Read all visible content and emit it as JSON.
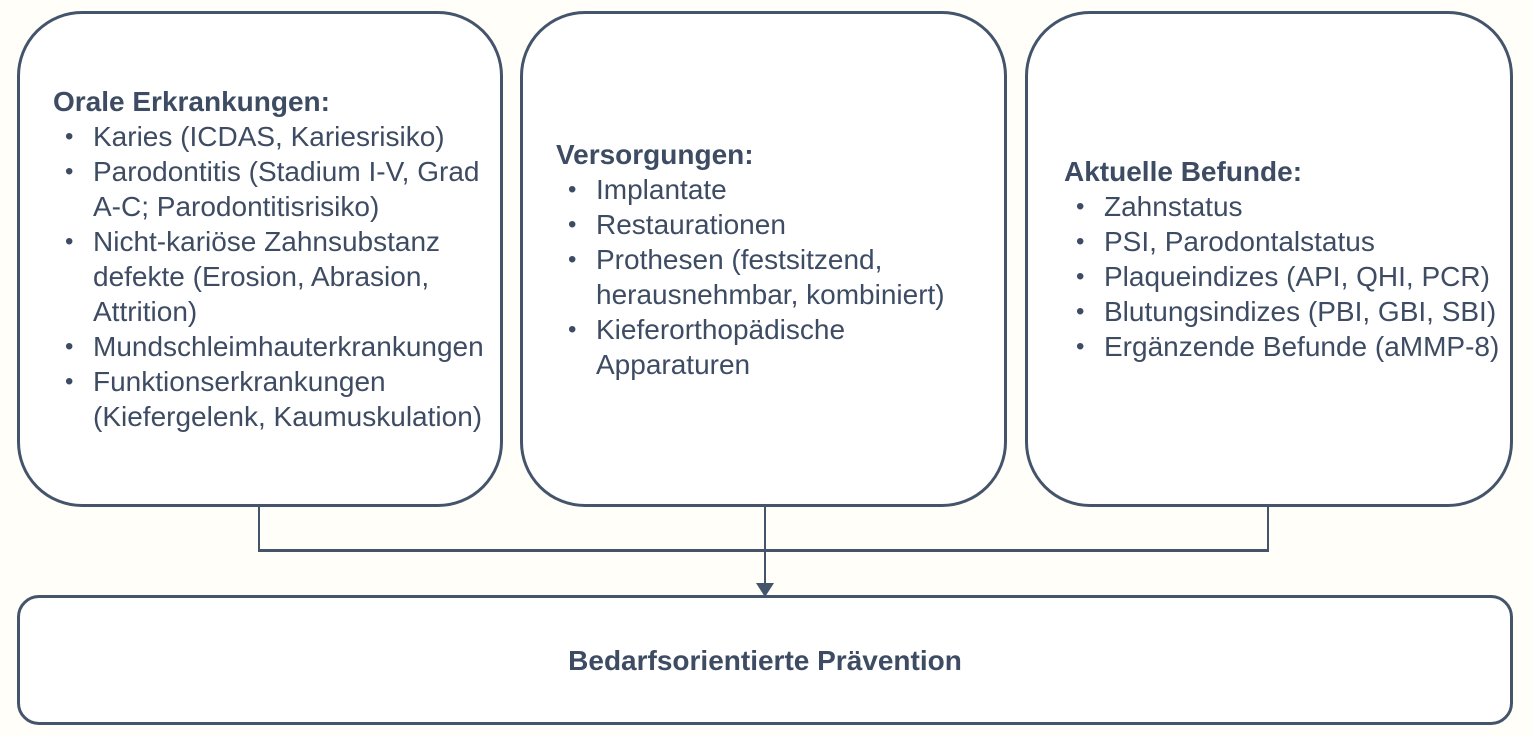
{
  "diagram": {
    "bullet_char": "•",
    "colors": {
      "line": "#44546A",
      "text": "#3E4C63",
      "background": "#FFFEF8",
      "box_fill": "#FFFFFF"
    },
    "boxes": [
      {
        "title": "Orale Erkrankungen:",
        "items": [
          "Karies (ICDAS, Kariesrisiko)",
          "Parodontitis (Stadium I-V, Grad A-C; Parodontitisrisiko)",
          "Nicht-kariöse Zahnsubstanz defekte (Erosion, Abrasion, Attrition)",
          "Mundschleimhauterkrankungen",
          "Funktionserkrankungen (Kiefergelenk, Kaumuskulation)"
        ]
      },
      {
        "title": "Versorgungen:",
        "items": [
          "Implantate",
          "Restaurationen",
          "Prothesen (festsitzend, herausnehmbar, kombiniert)",
          "Kieferorthopädische Apparaturen"
        ]
      },
      {
        "title": "Aktuelle Befunde:",
        "items": [
          "Zahnstatus",
          "PSI, Parodontalstatus",
          "Plaqueindizes (API, QHI, PCR)",
          "Blutungsindizes (PBI, GBI, SBI)",
          "Ergänzende Befunde (aMMP-8)"
        ]
      }
    ],
    "result_box": {
      "label": "Bedarfsorientierte Prävention"
    }
  }
}
